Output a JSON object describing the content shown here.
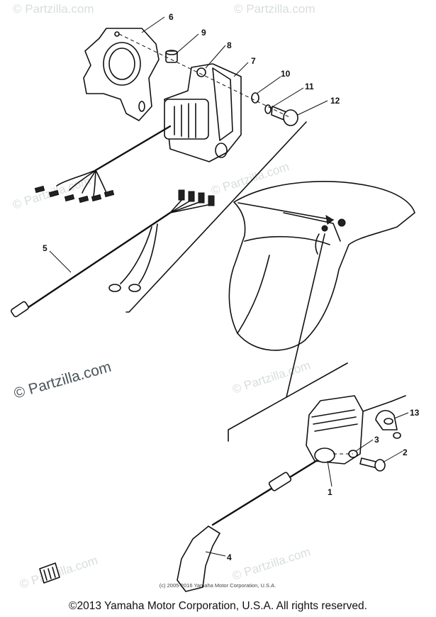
{
  "watermarks": {
    "text": "© Partzilla.com",
    "prominent": "© Partzilla.com"
  },
  "credit": "(c) 2005-2016 Yamaha Motor Corporation, U.S.A.",
  "copyright": "©2013 Yamaha Motor Corporation, U.S.A. All rights reserved.",
  "callouts": [
    "1",
    "2",
    "3",
    "4",
    "5",
    "6",
    "7",
    "8",
    "9",
    "10",
    "11",
    "12",
    "13"
  ]
}
